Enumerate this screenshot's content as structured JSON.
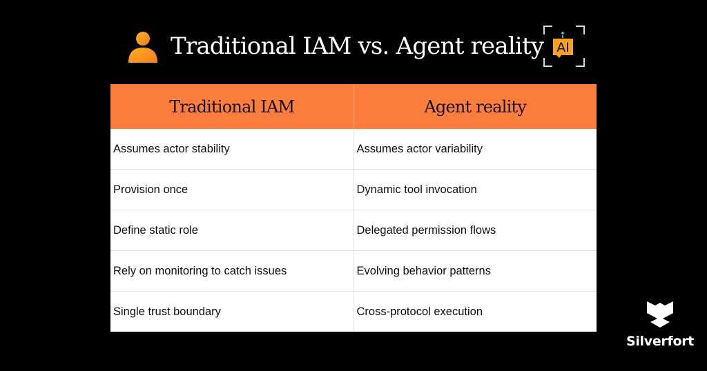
{
  "header": {
    "title": "Traditional IAM vs. Agent reality",
    "left_icon": "person-icon",
    "right_icon": "ai-chip-icon",
    "right_icon_label": "AI",
    "accent_color": "#fd7e3c"
  },
  "table": {
    "columns": [
      "Traditional IAM",
      "Agent reality"
    ],
    "rows": [
      [
        "Assumes actor stability",
        "Assumes actor variability"
      ],
      [
        "Provision once",
        "Dynamic tool invocation"
      ],
      [
        "Define static role",
        "Delegated permission flows"
      ],
      [
        "Rely on monitoring to catch issues",
        "Evolving behavior patterns"
      ],
      [
        "Single trust boundary",
        "Cross-protocol execution"
      ]
    ]
  },
  "brand": {
    "logo_icon": "silverfort-logo-icon",
    "name": "Silverfort"
  }
}
